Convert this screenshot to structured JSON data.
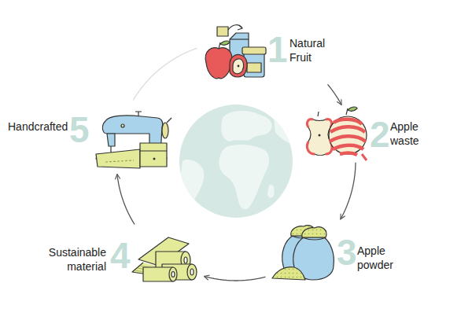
{
  "diagram": {
    "nodes": [
      {
        "text": [
          "1",
          "Natural Fruit"
        ]
      },
      {
        "text": [
          "2",
          "Apple waste"
        ]
      },
      {
        "text": [
          "3",
          "Apple powder"
        ]
      },
      {
        "text": [
          "4",
          "Sustainable material"
        ]
      },
      {
        "text": [
          "5",
          "Handcrafted"
        ]
      }
    ],
    "edges": [
      {
        "from": 0,
        "to": 1,
        "arrow": "to"
      },
      {
        "from": 1,
        "to": 2,
        "arrow": "to"
      },
      {
        "from": 2,
        "to": 3,
        "arrow": "to"
      },
      {
        "from": 3,
        "to": 4,
        "arrow": "to"
      },
      {
        "from": 4,
        "to": 0,
        "arrow": "none"
      }
    ]
  }
}
